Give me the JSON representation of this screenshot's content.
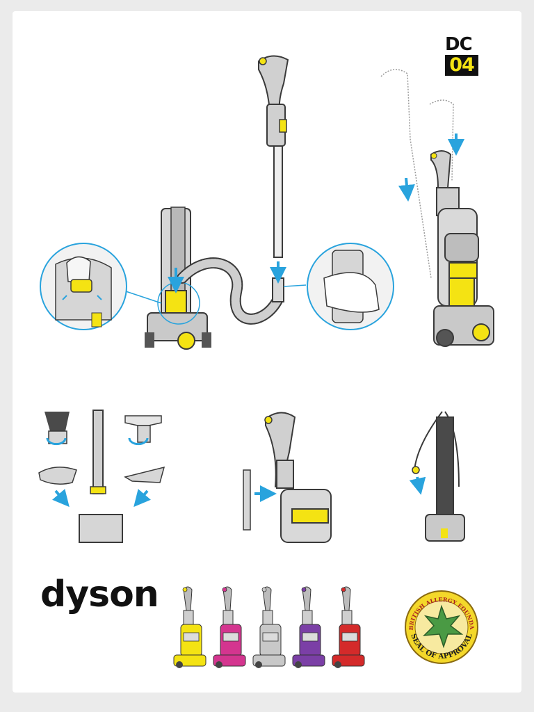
{
  "badge": {
    "line1": "DC",
    "line2": "04"
  },
  "brand": {
    "logo_text": "dyson"
  },
  "seal": {
    "arc_text": "THE BRITISH ALLERGY FOUNDATION",
    "bottom_text": "SEAL OF APPROVAL"
  },
  "colors": {
    "accent_yellow": "#f4e313",
    "arrow_blue": "#29a3dd",
    "machine_grey": "#c9c9c9",
    "outline": "#3a3a3a",
    "variant_colors": [
      "#f4e313",
      "#d4358f",
      "#c8c8c8",
      "#7b3fa6",
      "#d42a2a"
    ]
  }
}
